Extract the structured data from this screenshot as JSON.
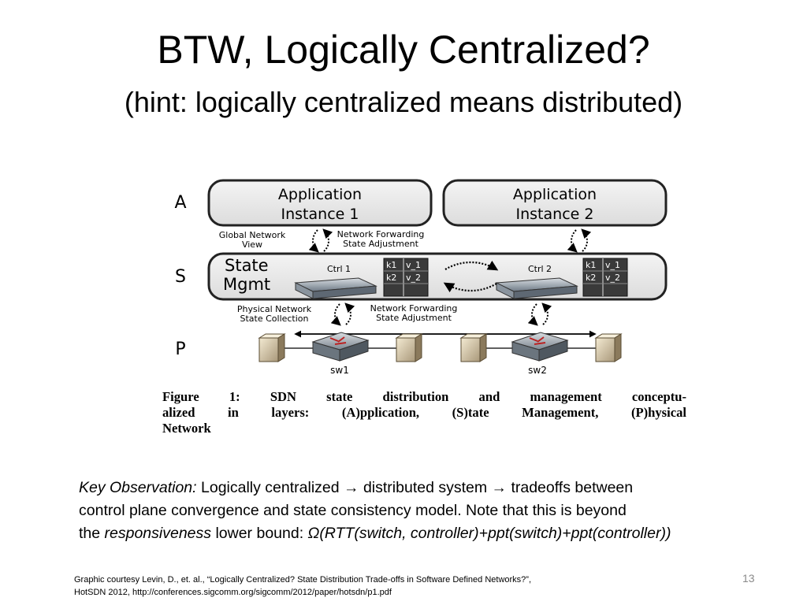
{
  "slide": {
    "title": "BTW, Logically Centralized?",
    "subtitle": "(hint: logically centralized means distributed)",
    "page_number": "13"
  },
  "figure": {
    "layers": {
      "a": "A",
      "s": "S",
      "p": "P"
    },
    "app1": {
      "line1": "Application",
      "line2": "Instance 1"
    },
    "app2": {
      "line1": "Application",
      "line2": "Instance 2"
    },
    "global_view": {
      "line1": "Global Network",
      "line2": "View"
    },
    "nf_state_adj_top": {
      "line1": "Network Forwarding",
      "line2": "State Adjustment"
    },
    "state_mgmt": {
      "line1": "State",
      "line2": "Mgmt"
    },
    "ctrl1": "Ctrl 1",
    "ctrl2": "Ctrl 2",
    "kv_table": {
      "k1": "k1",
      "k2": "k2",
      "v1": "v_1",
      "v2": "v_2"
    },
    "phys_state": {
      "line1": "Physical Network",
      "line2": "State Collection"
    },
    "nf_state_adj_bottom": {
      "line1": "Network Forwarding",
      "line2": "State Adjustment"
    },
    "sw1": "sw1",
    "sw2": "sw2",
    "caption": {
      "line1": "Figure 1:  SDN state distribution and management conceptu-",
      "line2": "alized in layers: (A)pplication, (S)tate Management, (P)hysical",
      "line3": "Network"
    }
  },
  "observation": {
    "label": "Key Observation:",
    "l1_text": "Logically centralized",
    "l1_arrow1": "→",
    "l1_mid": "distributed system",
    "l1_arrow2": "→",
    "l1_end": "tradeoffs between",
    "line2": "control plane convergence and state consistency model. Note that this is beyond",
    "l3_the": "the",
    "l3_resp": "responsiveness",
    "l3_rest": "lower bound:",
    "l3_formula": "Ω(RTT(switch, controller)+ppt(switch)+ppt(controller))"
  },
  "credit": {
    "line1": "Graphic courtesy Levin, D., et. al., “Logically Centralized? State Distribution Trade-offs in Software Defined Networks?”,",
    "line2": "HotSDN 2012, http://conferences.sigcomm.org/sigcomm/2012/paper/hotsdn/p1.pdf"
  }
}
